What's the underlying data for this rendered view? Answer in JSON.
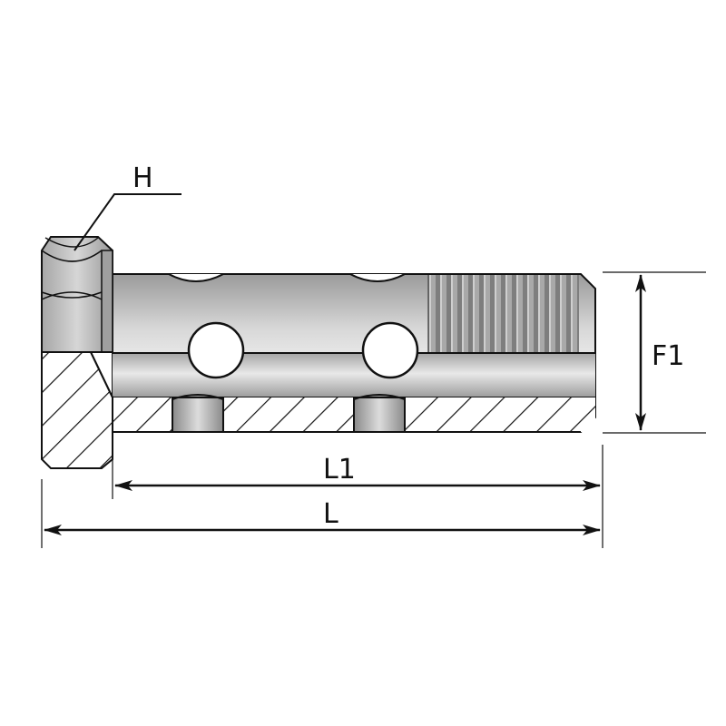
{
  "labels": {
    "hex": "H",
    "thread": "F1",
    "length_to_head": "L1",
    "total_length": "L"
  },
  "colors": {
    "outline": "#111111",
    "steel_light": "#e4e4e4",
    "steel_mid": "#b5b5b5",
    "steel_dark": "#8e8e8e",
    "hatch": "#111111",
    "background": "#ffffff"
  }
}
